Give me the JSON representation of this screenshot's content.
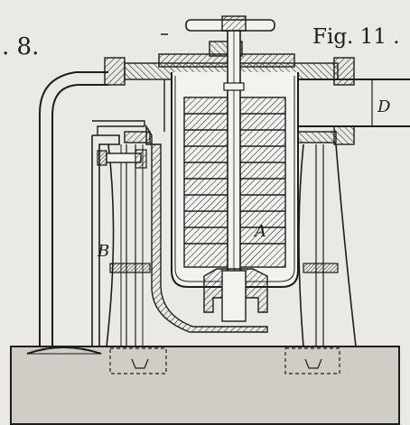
{
  "page_number_fragment": ". 8.",
  "figure_title": "Fig. 11 .",
  "labels": {
    "a": "A",
    "b": "B",
    "d": "D"
  },
  "colors": {
    "paper": "#eae9e4",
    "ink": "#1d1d1b",
    "base_fill": "#cfcdc6",
    "metal_fill": "#f3f2ee"
  }
}
